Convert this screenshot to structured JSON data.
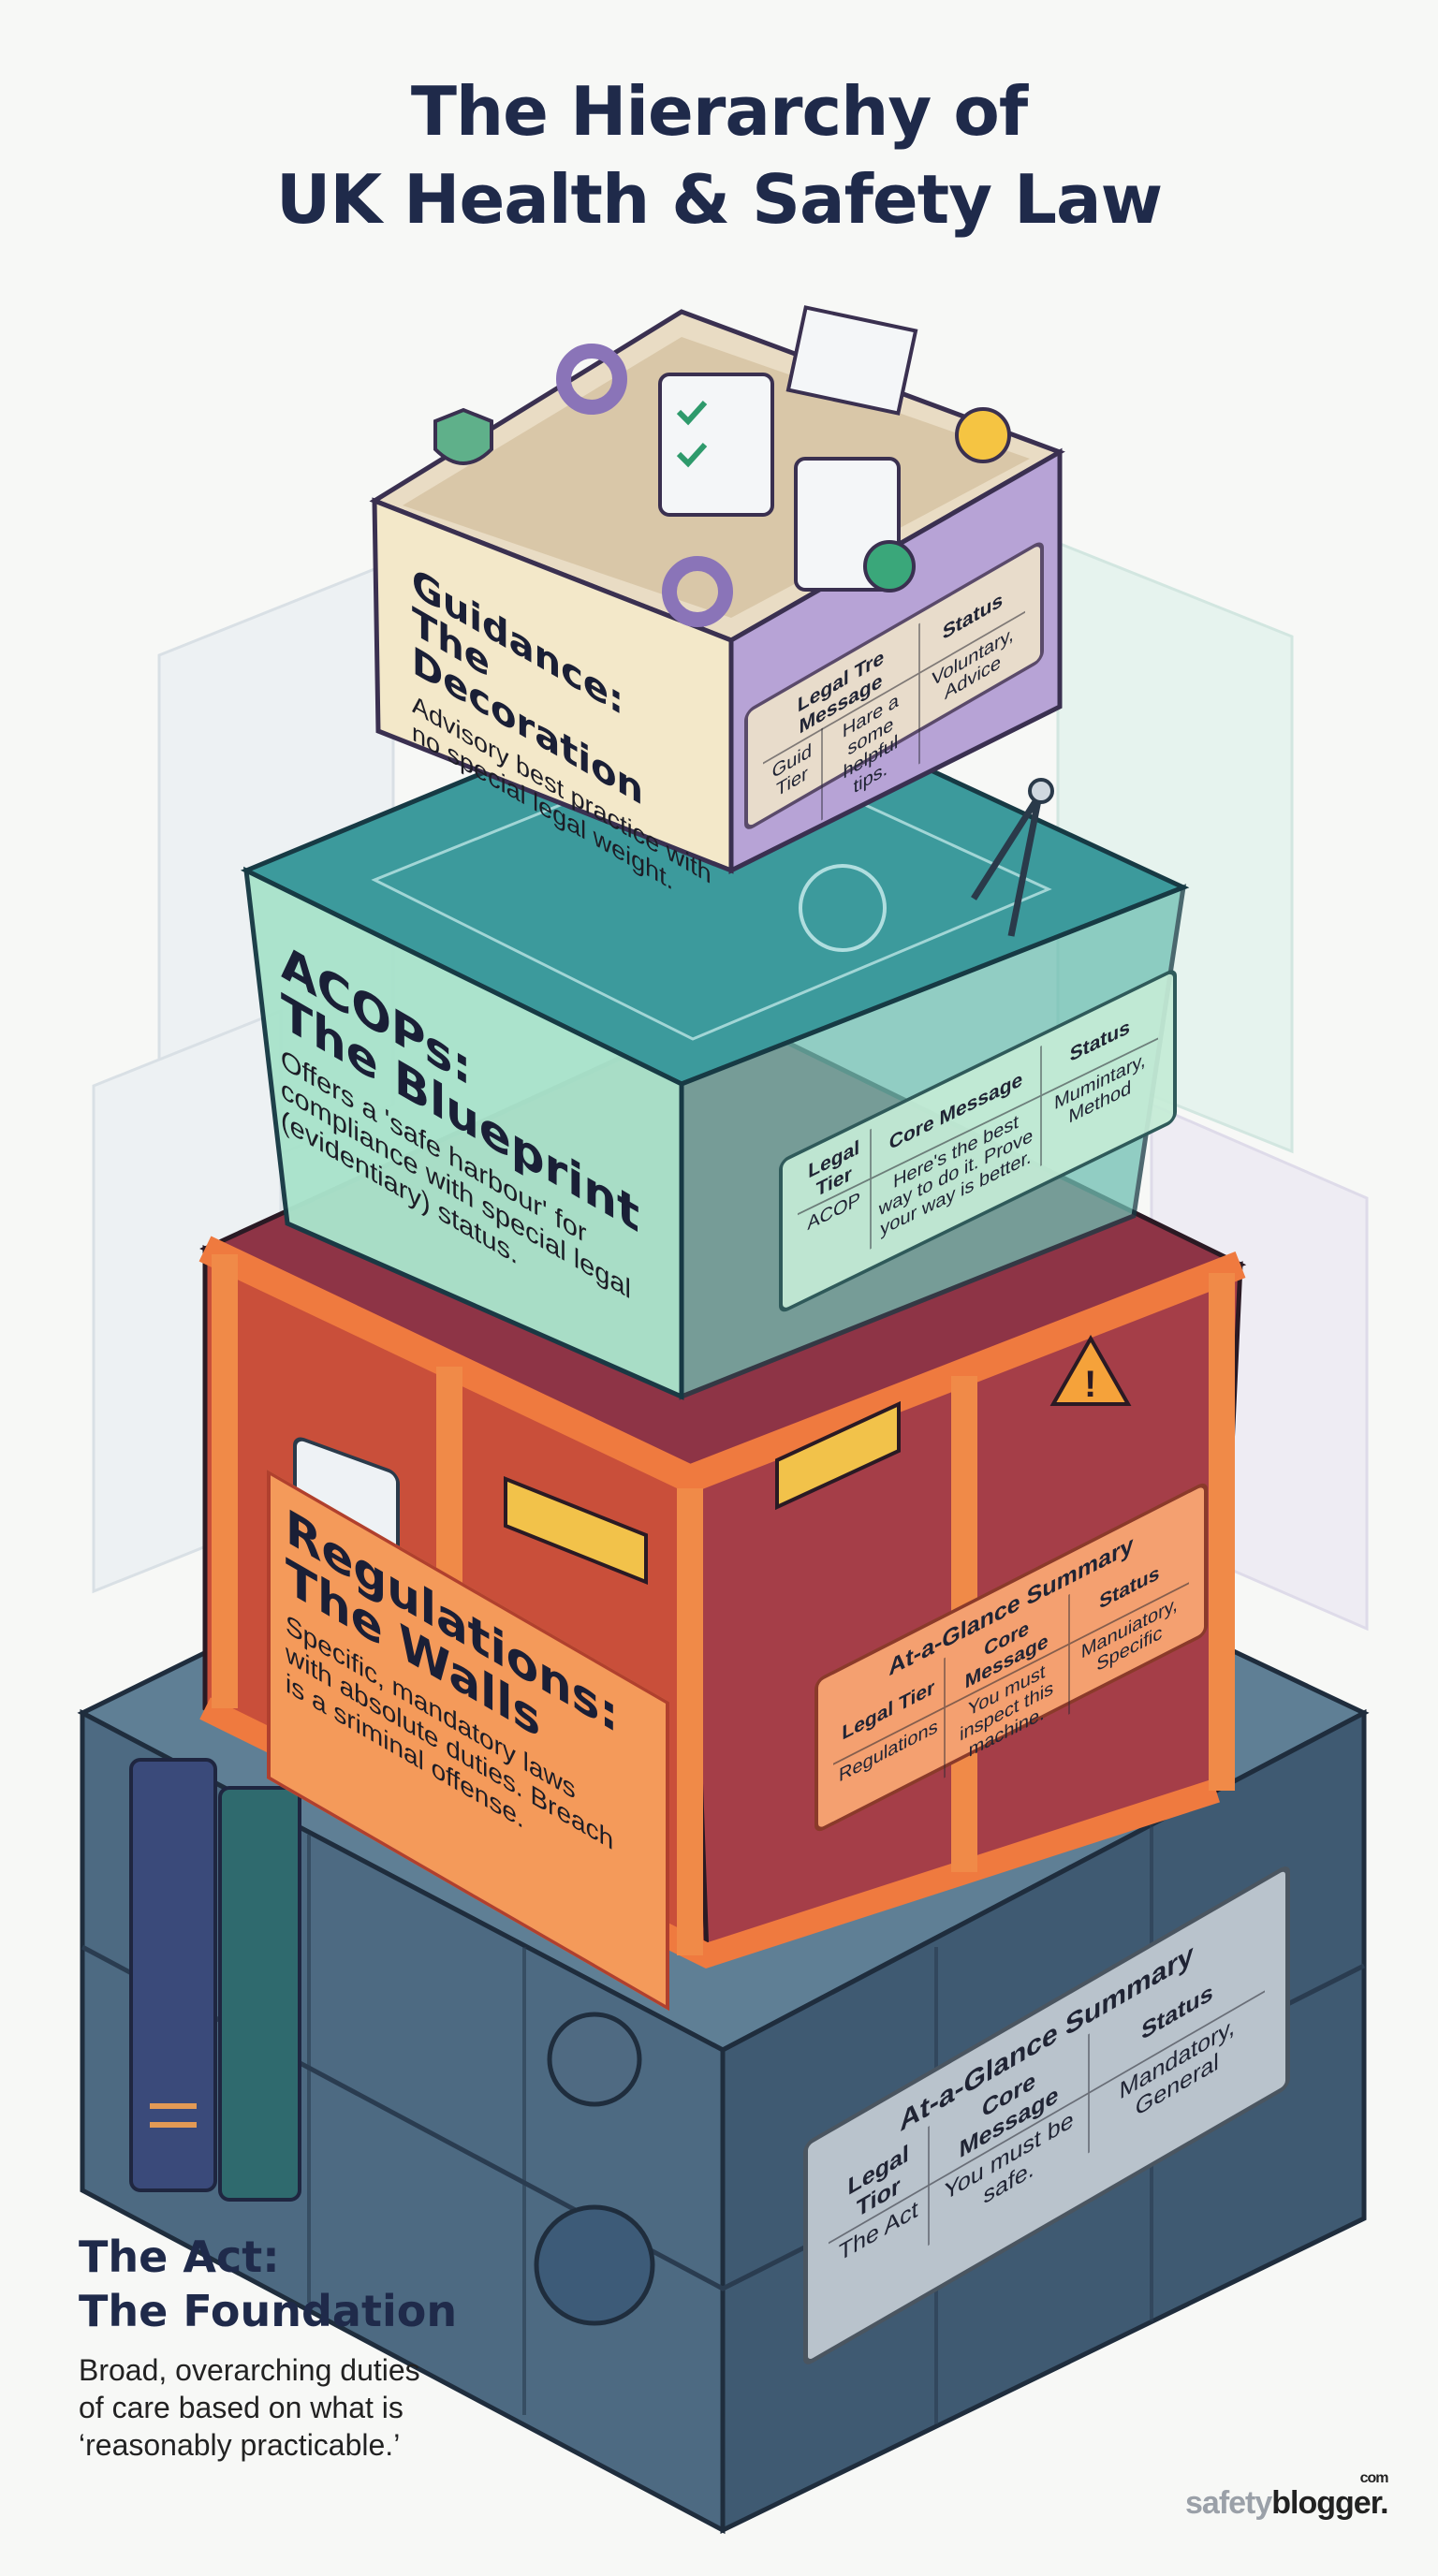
{
  "title": {
    "line1": "The Hierarchy of",
    "line2": "UK Health & Safety Law"
  },
  "tiers": {
    "guidance": {
      "heading1": "Guidance:",
      "heading2": "The Decoration",
      "body": [
        "Advisory best practice with",
        "no special legal weight."
      ],
      "plaque": {
        "headers": [
          "Legal Tre Message",
          "Status"
        ],
        "row": [
          "Guid Tier",
          "Hare a some helpful tips.",
          "Voluntary, Advice"
        ]
      },
      "colors": {
        "left": "#f3e8c9",
        "right": "#b7a3d6",
        "top": "#e9dcc4"
      }
    },
    "acops": {
      "heading1": "ACOPs:",
      "heading2": "The Blueprint",
      "body": [
        "Offers a 'safe harbour' for",
        "compliance with special legal",
        "(evidentiary) status."
      ],
      "plaque": {
        "headers": [
          "Legal Tier",
          "Core Message",
          "Status"
        ],
        "row": [
          "ACOP",
          "Here's the best way to do it. Prove your way is better.",
          "Mumintary, Method"
        ]
      },
      "colors": {
        "left": "#a9e3cb",
        "right": "#6fbfb2",
        "top": "#3c9a9c"
      }
    },
    "regulations": {
      "heading1": "Regulations:",
      "heading2": "The Walls",
      "body": [
        "Specific, mandatory laws",
        "with absolute duties. Breach",
        "is a sriminal offense."
      ],
      "plaque": {
        "title": "At-a-Glance Summary",
        "headers": [
          "Legal Tier",
          "Core Message",
          "Status"
        ],
        "row": [
          "Regulations",
          "You must inspect this machine.",
          "Manuiatory, Specific"
        ]
      },
      "colors": {
        "left": "#f49a5a",
        "right": "#d9503a",
        "frame": "#ef7a3f"
      }
    },
    "act": {
      "heading1": "The Act:",
      "heading2": "The Foundation",
      "body": [
        "Broad, overarching duties",
        "of care based on what is",
        "‘reasonably practicable.’"
      ],
      "plaque": {
        "title": "At-a-Glance Summary",
        "headers": [
          "Legal Tior",
          "Core Message",
          "Status"
        ],
        "row": [
          "The Act",
          "You must be safe.",
          "Mandatory, General"
        ]
      },
      "colors": {
        "left": "#4d6a82",
        "right": "#3f5a72",
        "top": "#5f7f95"
      }
    }
  },
  "logo": {
    "part1": "safety",
    "part2": "blogger.",
    "part3": "com"
  }
}
